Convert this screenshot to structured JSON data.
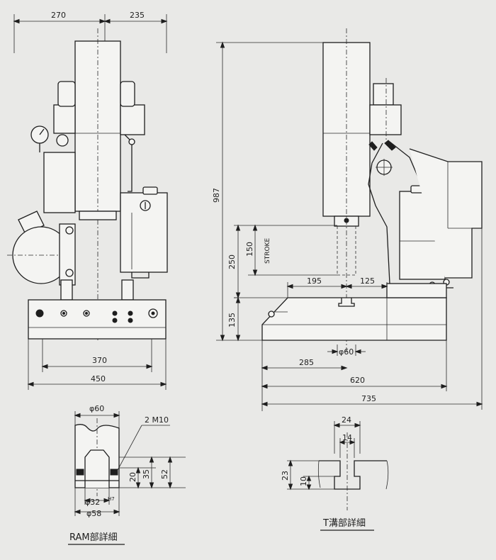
{
  "front_view": {
    "dims": {
      "left_width": "270",
      "right_width": "235",
      "base_inner": "370",
      "base_overall": "450"
    }
  },
  "side_view": {
    "dims": {
      "total_height": "987",
      "ram_height": "250",
      "stroke_value": "150",
      "stroke_label": "STROKE",
      "base_height": "135",
      "offset_195": "195",
      "offset_125": "125",
      "ram_dia": "φ60",
      "center_285": "285",
      "base_620": "620",
      "overall_735": "735"
    }
  },
  "ram_detail": {
    "dia_top": "φ60",
    "thread": "2 M10",
    "h20": "20",
    "h35": "35",
    "h52": "52",
    "dia_32": "φ32",
    "dia_32_fit": "H7",
    "dia_58": "φ58",
    "caption": "RAM部詳細"
  },
  "tslot_detail": {
    "w24": "24",
    "w14": "14",
    "h23": "23",
    "h10": "10",
    "caption": "T溝部詳細"
  }
}
